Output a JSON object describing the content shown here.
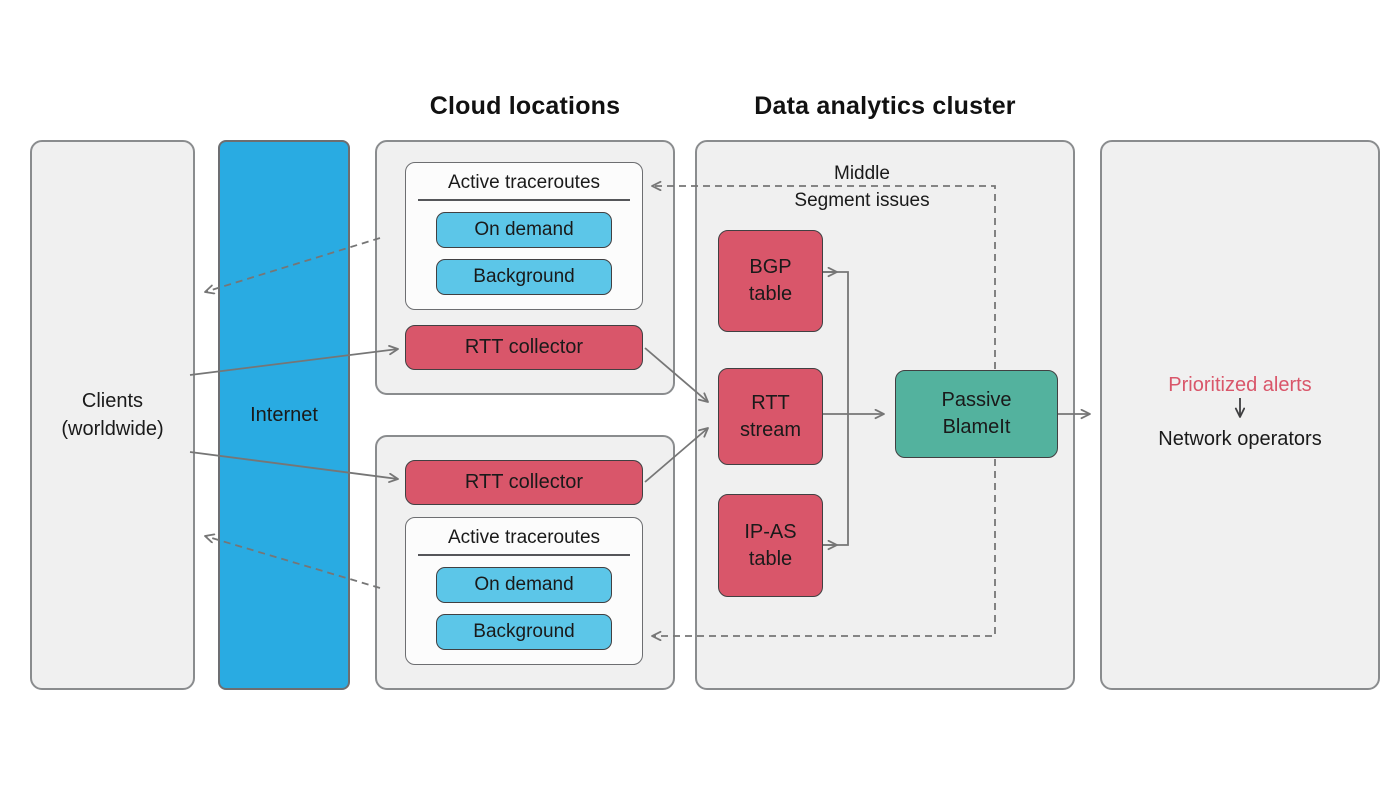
{
  "diagram": {
    "clients": {
      "label": "Clients\n(worldwide)"
    },
    "internet": {
      "label": "Internet"
    },
    "cloud": {
      "title": "Cloud locations",
      "traceroutes_title": "Active traceroutes",
      "on_demand_label": "On demand",
      "background_label": "Background",
      "rtt_collector_label": "RTT collector"
    },
    "analytics": {
      "title": "Data analytics cluster",
      "feedback_label": "Middle\nSegment issues",
      "bgp_table_label": "BGP\ntable",
      "rtt_stream_label": "RTT\nstream",
      "ip_as_table_label": "IP-AS\ntable",
      "passive_blameit_label": "Passive\nBlameIt"
    },
    "output": {
      "alerts_label": "Prioritized alerts",
      "operators_label": "Network operators"
    },
    "colors": {
      "internet_blue": "#29abe2",
      "button_blue": "#5cc6e8",
      "node_red": "#d9566a",
      "node_teal": "#53b29e",
      "alert_text_red": "#d9566a",
      "panel_fill": "#f0f0f0",
      "panel_border": "#8a8c8e",
      "arrow_gray": "#767676"
    }
  }
}
